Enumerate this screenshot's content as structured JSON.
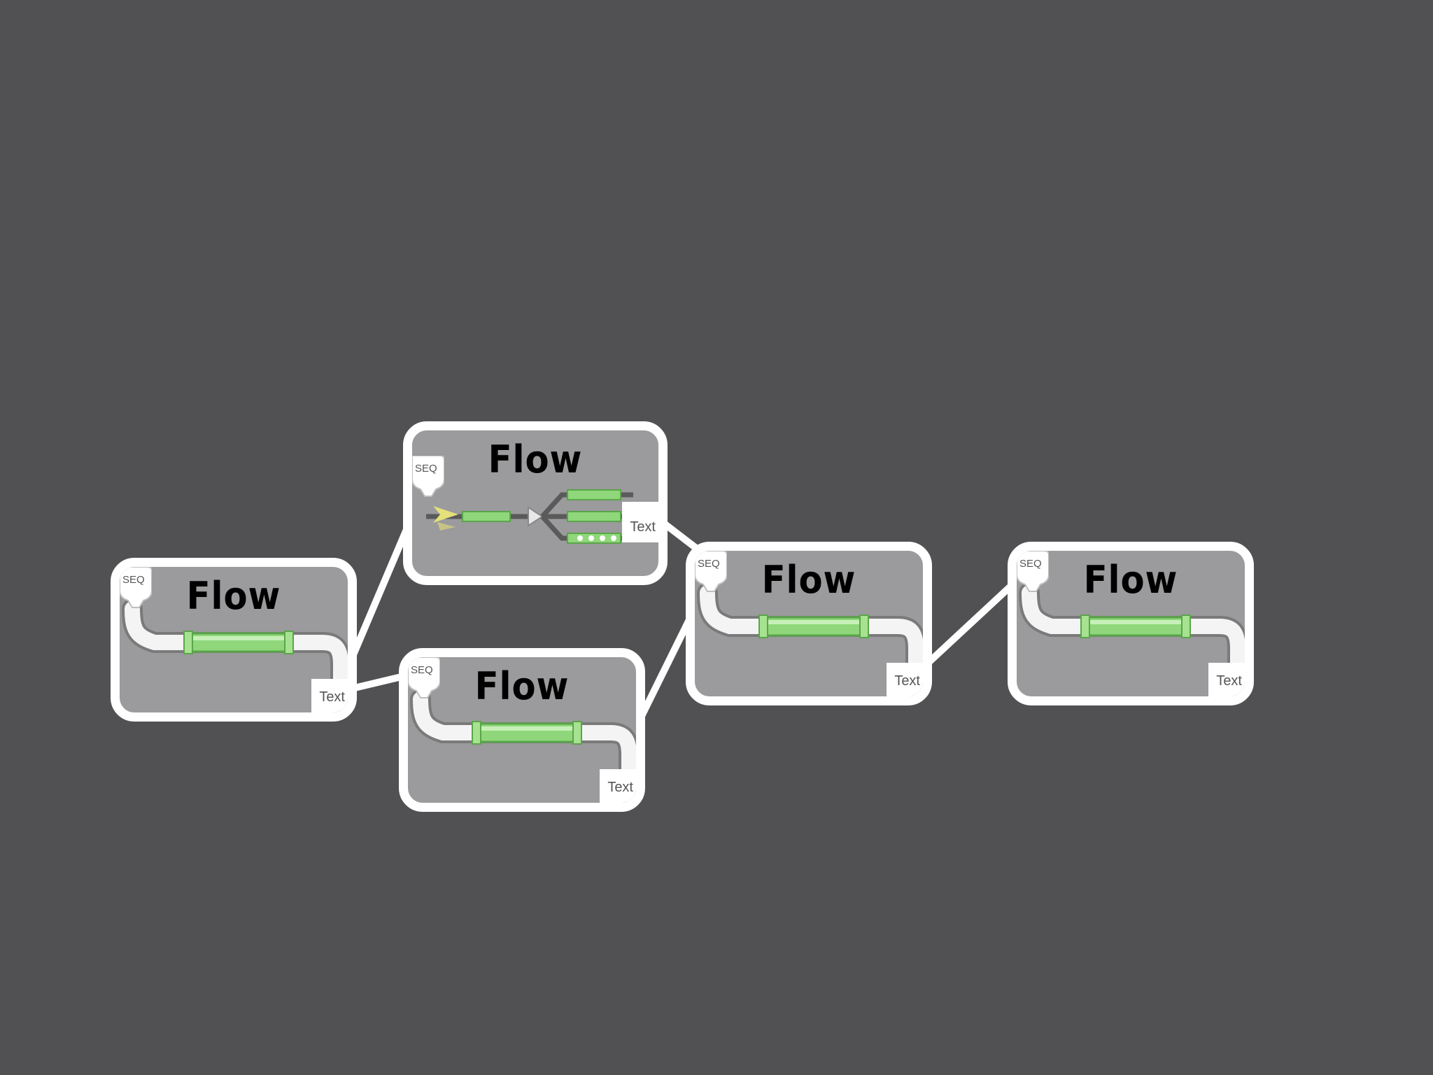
{
  "diagram": {
    "nodes": [
      {
        "id": "flow-1",
        "title": "Flow",
        "in_label": "SEQ",
        "out_label": "Text",
        "glyph": "elbow-pipe"
      },
      {
        "id": "flow-2",
        "title": "Flow",
        "in_label": "SEQ",
        "out_label": "Text",
        "glyph": "branch-pipe"
      },
      {
        "id": "flow-3",
        "title": "Flow",
        "in_label": "SEQ",
        "out_label": "Text",
        "glyph": "elbow-pipe"
      },
      {
        "id": "flow-4",
        "title": "Flow",
        "in_label": "SEQ",
        "out_label": "Text",
        "glyph": "elbow-pipe"
      },
      {
        "id": "flow-5",
        "title": "Flow",
        "in_label": "SEQ",
        "out_label": "Text",
        "glyph": "elbow-pipe"
      }
    ],
    "edges": [
      {
        "from": "flow-1",
        "to": "flow-2"
      },
      {
        "from": "flow-1",
        "to": "flow-3"
      },
      {
        "from": "flow-2",
        "to": "flow-4"
      },
      {
        "from": "flow-3",
        "to": "flow-4"
      },
      {
        "from": "flow-4",
        "to": "flow-5"
      }
    ]
  },
  "colors": {
    "canvas": "#515052",
    "node_fill": "#9b9a9c",
    "node_border": "#ffffff",
    "pipe_green": "#8fd77a",
    "pipe_white": "#f4f4f4",
    "arrow_yellow": "#e4e07a"
  }
}
